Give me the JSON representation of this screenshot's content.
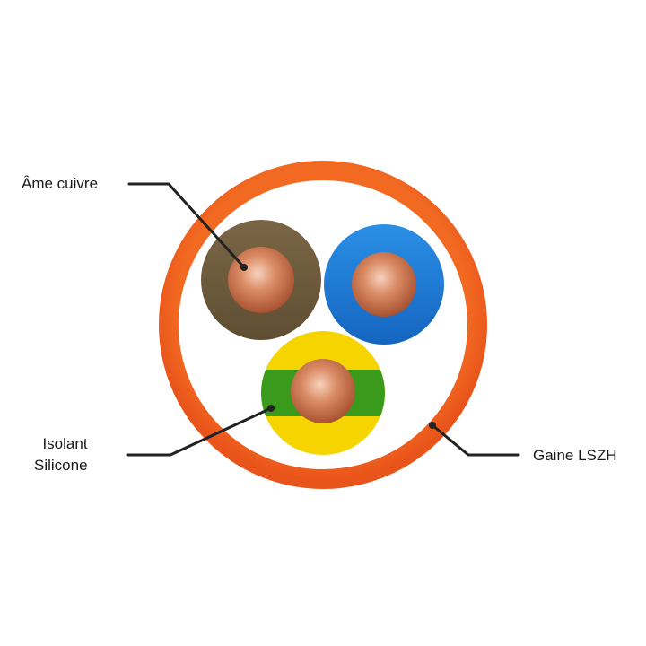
{
  "labels": {
    "core": "Âme cuivre",
    "insulation_line1": "Isolant",
    "insulation_line2": "Silicone",
    "sheath": "Gaine LSZH"
  },
  "colors": {
    "background": "#ffffff",
    "sheath_orange": "#f0601e",
    "core_brown": "#6e5b3c",
    "core_blue": "#1f7ed8",
    "core_yellow": "#f5d400",
    "core_green": "#3a9a1c",
    "copper": "#c9714c",
    "leader_line": "#222222"
  }
}
